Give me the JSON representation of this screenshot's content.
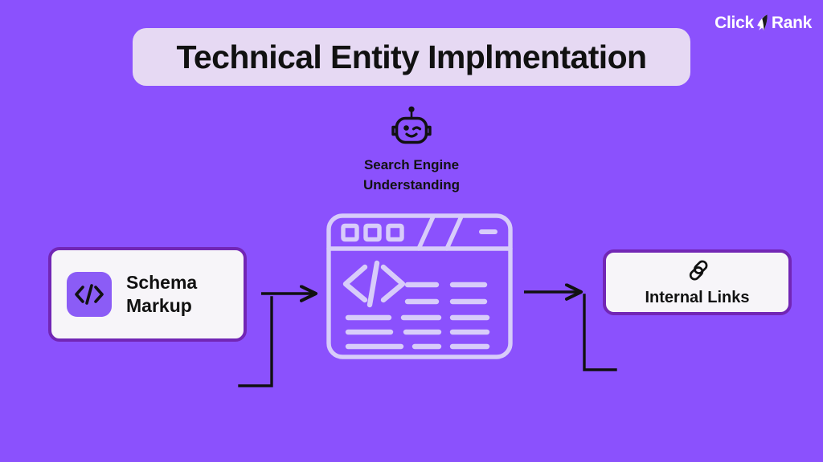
{
  "background_color": "#8B51FD",
  "brand": {
    "name_part1": "Click",
    "name_part2": "Rank",
    "icon": "rocket-icon",
    "color": "#FFFFFF"
  },
  "title": {
    "text": "Technical Entity Implmentation",
    "pill_color": "#E6D9F3",
    "text_color": "#111111"
  },
  "center_node": {
    "icon": "robot-head-icon",
    "caption_line1": "Search Engine",
    "caption_line2": "Understanding",
    "caption_color": "#121212"
  },
  "browser": {
    "icon": "code-browser-window-icon",
    "outline_color": "#D8CCFA",
    "titlebar_buttons": 3,
    "titlebar_dividers": 2,
    "titlebar_minimize": "minus-icon",
    "content_glyph": "</>",
    "content_rows": 3,
    "content_columns": 3
  },
  "cards": [
    {
      "id": "schema-markup",
      "icon": "code-brackets-icon",
      "icon_glyph": "</>",
      "icon_tile_color": "#8B5CF6",
      "label_line1": "Schema",
      "label_line2": "Markup",
      "border_color": "#7226B5",
      "fill_color": "#F7F5F9"
    },
    {
      "id": "internal-links",
      "icon": "chain-link-icon",
      "label_line1": "Internal Links",
      "border_color": "#7226B5",
      "fill_color": "#F7F5F9"
    }
  ],
  "connectors": {
    "color": "#111111",
    "arrows": [
      {
        "name": "arrow-schema-to-browser",
        "direction": "right"
      },
      {
        "name": "arrow-browser-to-links",
        "direction": "right"
      }
    ],
    "elbows": [
      {
        "name": "elbow-left-feedback"
      },
      {
        "name": "elbow-right-feedback"
      }
    ]
  }
}
